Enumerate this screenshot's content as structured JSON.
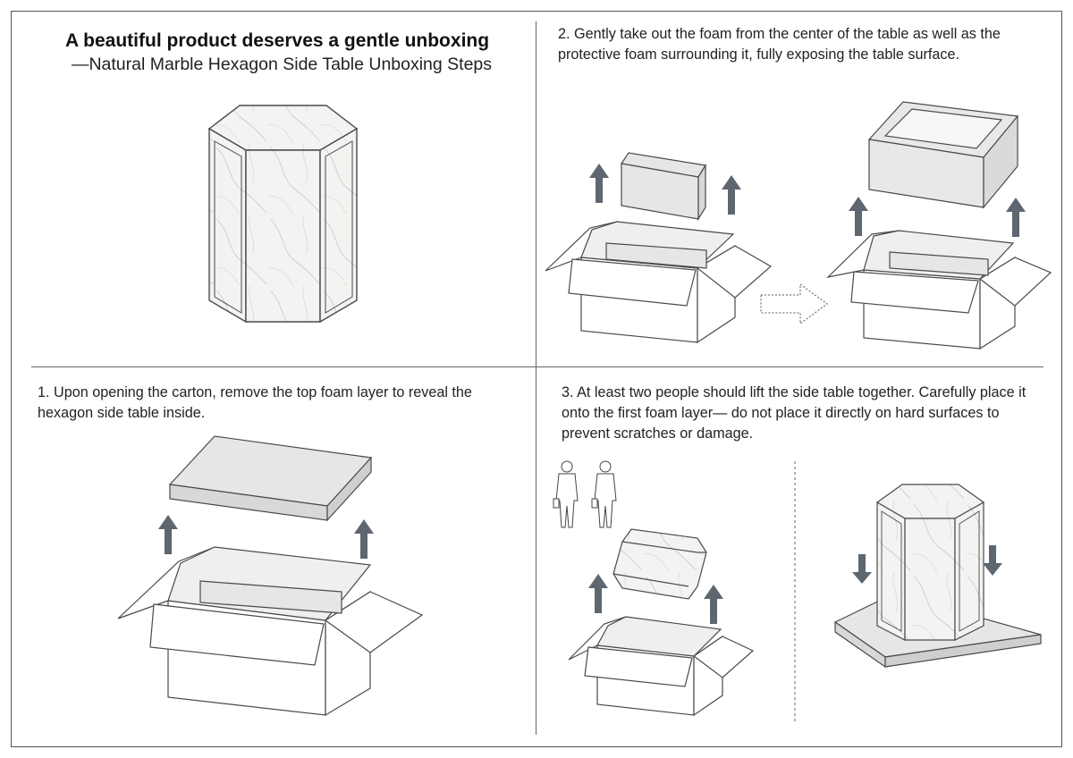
{
  "header": {
    "title": "A beautiful product deserves a gentle unboxing",
    "subtitle": "—Natural Marble Hexagon Side Table Unboxing Steps"
  },
  "steps": {
    "step1": "1. Upon opening the carton, remove the top foam layer to reveal the hexagon side table inside.",
    "step2": "2. Gently take out the foam from the center of the table as well as the protective foam surrounding it, fully exposing the table surface.",
    "step3": "3. At least two people should lift the side table together. Carefully place it onto the first foam layer— do not place it directly on hard surfaces to prevent scratches or damage."
  },
  "colors": {
    "arrow": "#5e6670",
    "box_line": "#4a4a4a",
    "foam_fill": "#e8e8e6",
    "marble": "#f2f2f0",
    "marble_vein": "#c9c9c9"
  },
  "icons": [
    "hexagon-table-illustration",
    "open-carton-icon",
    "foam-block-icon",
    "up-arrow-icon",
    "down-arrow-icon",
    "dotted-right-arrow-icon",
    "person-icon"
  ]
}
